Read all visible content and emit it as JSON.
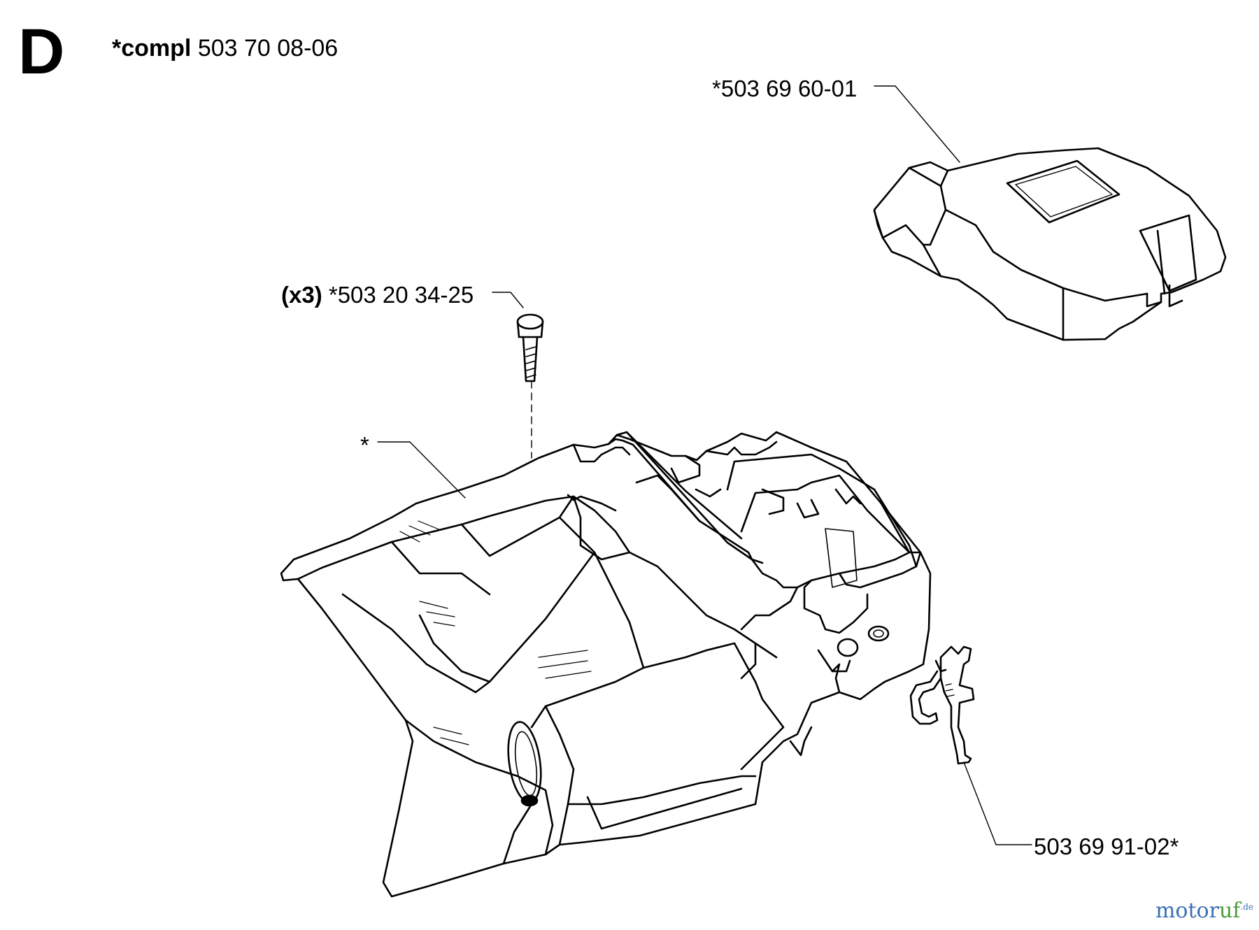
{
  "section": {
    "letter": "D"
  },
  "assembly": {
    "prefix": "*compl",
    "number": "503 70 08-06"
  },
  "callouts": {
    "top_cover": "*503 69 60-01",
    "screw_qty": "(x3)",
    "screw": "*503 20 34-25",
    "housing": "*",
    "clip": "503 69 91-02*"
  },
  "watermark": {
    "main": "motor",
    "accent": "uf",
    "suffix": ".de"
  }
}
